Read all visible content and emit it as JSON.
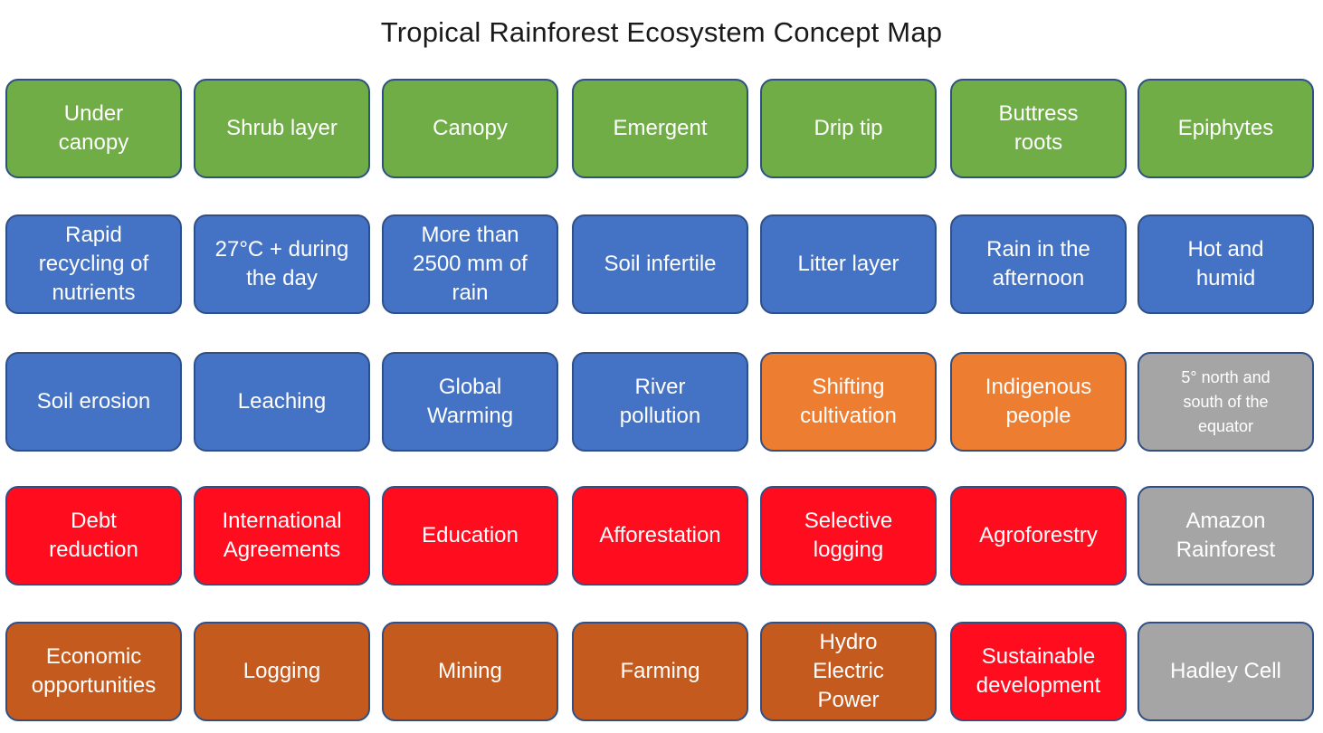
{
  "title": "Tropical Rainforest Ecosystem Concept Map",
  "colors": {
    "green": "#70ad47",
    "blue": "#4472c4",
    "orange": "#ed7d31",
    "grey": "#a5a5a5",
    "red": "#ff0d1f",
    "brown": "#c55a1e"
  },
  "rows": [
    [
      {
        "label": "Under\ncanopy",
        "color": "green"
      },
      {
        "label": "Shrub layer",
        "color": "green"
      },
      {
        "label": "Canopy",
        "color": "green"
      },
      {
        "label": "Emergent",
        "color": "green"
      },
      {
        "label": "Drip tip",
        "color": "green"
      },
      {
        "label": "Buttress\nroots",
        "color": "green"
      },
      {
        "label": "Epiphytes",
        "color": "green"
      }
    ],
    [
      {
        "label": "Rapid\nrecycling of\nnutrients",
        "color": "blue"
      },
      {
        "label": "27°C + during\nthe day",
        "color": "blue"
      },
      {
        "label": "More than\n2500 mm of\nrain",
        "color": "blue"
      },
      {
        "label": "Soil infertile",
        "color": "blue"
      },
      {
        "label": "Litter layer",
        "color": "blue"
      },
      {
        "label": "Rain in the\nafternoon",
        "color": "blue"
      },
      {
        "label": "Hot and\nhumid",
        "color": "blue"
      }
    ],
    [
      {
        "label": "Soil erosion",
        "color": "blue"
      },
      {
        "label": "Leaching",
        "color": "blue"
      },
      {
        "label": "Global\nWarming",
        "color": "blue"
      },
      {
        "label": "River\npollution",
        "color": "blue"
      },
      {
        "label": "Shifting\ncultivation",
        "color": "orange"
      },
      {
        "label": "Indigenous\npeople",
        "color": "orange"
      },
      {
        "label": "5° north and\nsouth of the\nequator",
        "color": "grey",
        "small": true
      }
    ],
    [
      {
        "label": "Debt\nreduction",
        "color": "red"
      },
      {
        "label": "International\nAgreements",
        "color": "red"
      },
      {
        "label": "Education",
        "color": "red"
      },
      {
        "label": "Afforestation",
        "color": "red"
      },
      {
        "label": "Selective\nlogging",
        "color": "red"
      },
      {
        "label": "Agroforestry",
        "color": "red"
      },
      {
        "label": "Amazon\nRainforest",
        "color": "grey"
      }
    ],
    [
      {
        "label": "Economic\nopportunities",
        "color": "brown"
      },
      {
        "label": "Logging",
        "color": "brown"
      },
      {
        "label": "Mining",
        "color": "brown"
      },
      {
        "label": "Farming",
        "color": "brown"
      },
      {
        "label": "Hydro\nElectric\nPower",
        "color": "brown"
      },
      {
        "label": "Sustainable\ndevelopment",
        "color": "red"
      },
      {
        "label": "Hadley Cell",
        "color": "grey"
      }
    ]
  ]
}
